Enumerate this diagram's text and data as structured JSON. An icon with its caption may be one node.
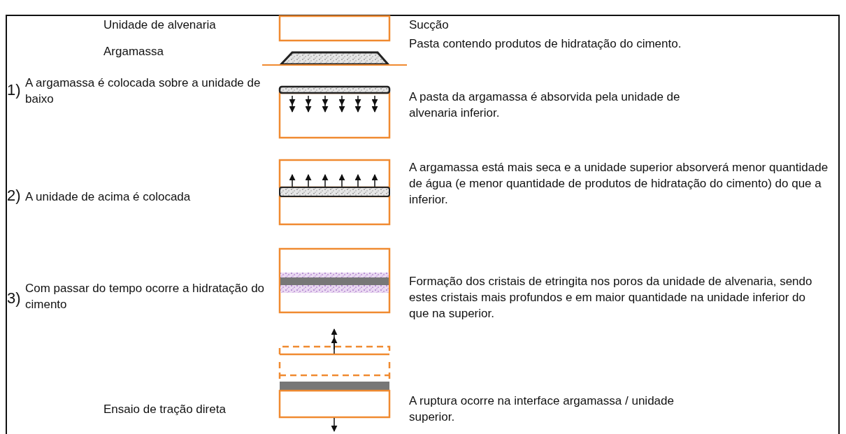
{
  "diagram": {
    "labels": [
      "Unidade de alvenaria",
      "Sucção",
      "Argamassa",
      "Pasta contendo produtos de hidratação do cimento.",
      "1)",
      "A argamassa é colocada sobre a unidade de baixo",
      "A pasta da argamassa é absorvida pela unidade de alvenaria inferior.",
      "2)",
      "A unidade de acima é colocada",
      "A argamassa está mais seca e a unidade superior absorverá menor quantidade de água (e menor quantidade de produtos de hidratação do cimento) do que a inferior.",
      "3)",
      "Com passar do tempo ocorre a hidratação do cimento",
      "Formação dos cristais de etringita nos poros da unidade de alvenaria, sendo estes cristais mais profundos e em maior quantidade na unidade inferior do que na superior.",
      "Ensaio de tração direta",
      "A ruptura ocorre na interface argamassa / unidade superior."
    ]
  }
}
